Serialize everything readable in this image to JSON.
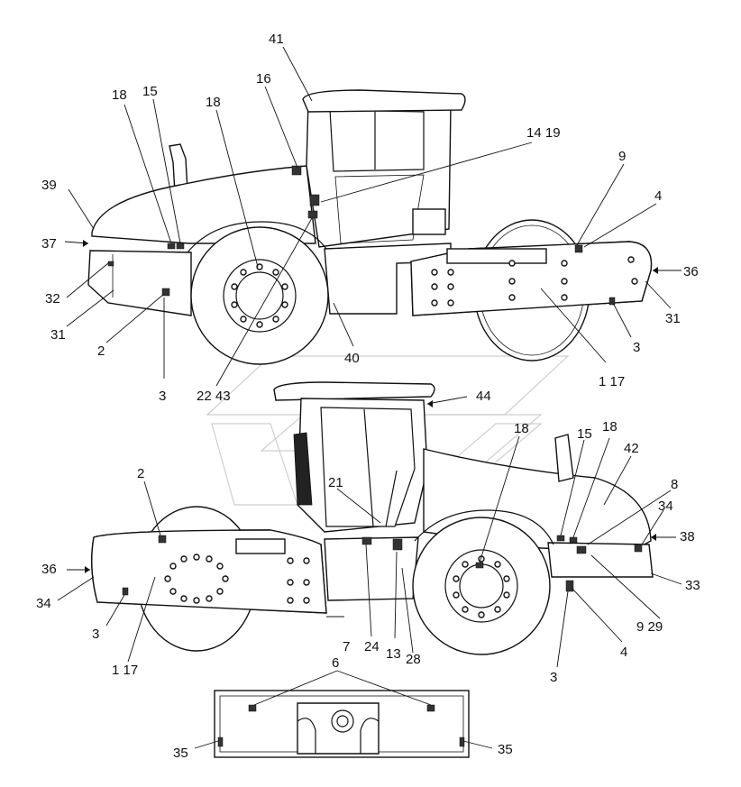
{
  "diagram": {
    "title": "",
    "top_view_callouts": [
      "41",
      "16",
      "18",
      "15",
      "18",
      "14 19",
      "9",
      "4",
      "39",
      "37",
      "36",
      "32",
      "31",
      "31",
      "2",
      "3",
      "3",
      "40",
      "1 17",
      "22 43"
    ],
    "bottom_view_callouts": [
      "44",
      "18",
      "15",
      "18",
      "42",
      "8",
      "34",
      "38",
      "21",
      "2",
      "36",
      "34",
      "33",
      "3",
      "1 17",
      "7",
      "24",
      "13",
      "28",
      "9 29",
      "4",
      "3"
    ],
    "rear_view_callouts": [
      "6",
      "35",
      "35"
    ]
  }
}
